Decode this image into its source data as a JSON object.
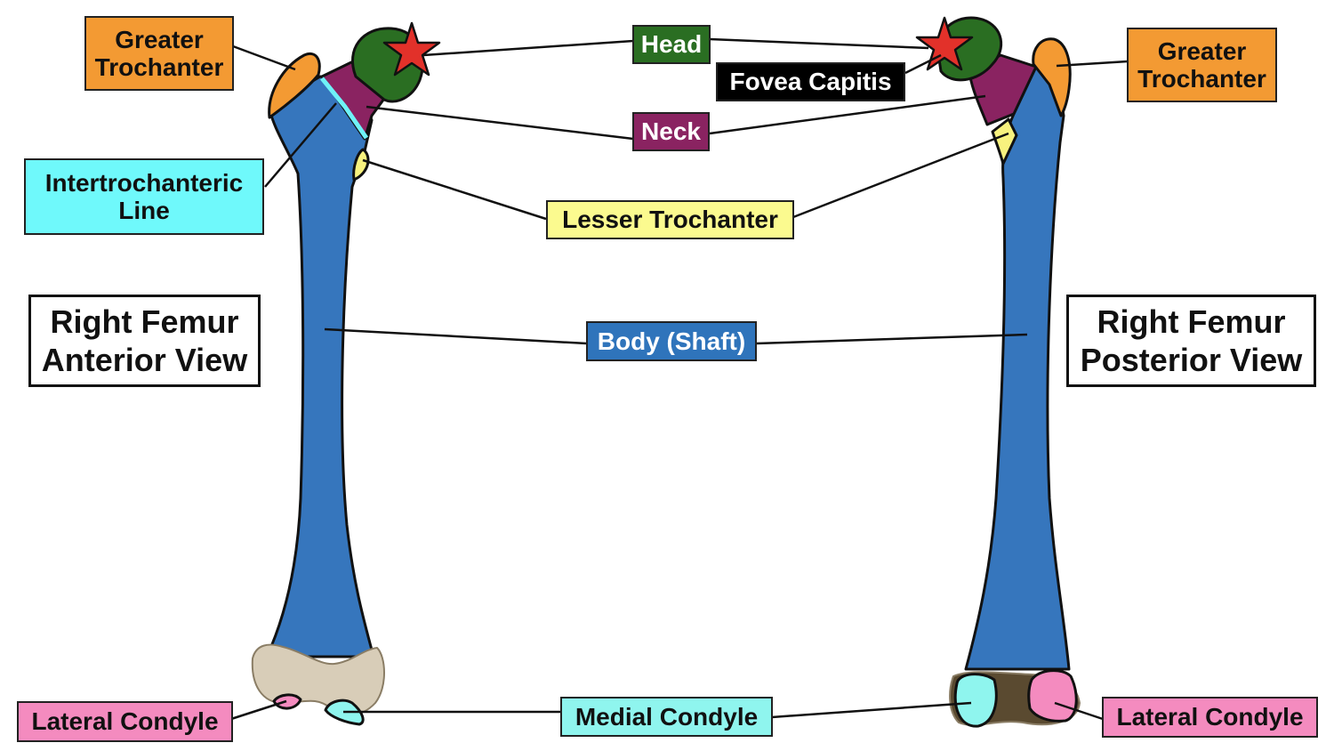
{
  "colors": {
    "shaft": "#3676bd",
    "head": "#2a6e22",
    "neck": "#8a2361",
    "greater_trochanter": "#f39a33",
    "lesser_trochanter": "#f8f27e",
    "intertrochanteric_line": "#6ff2f7",
    "medial_condyle": "#8ff5ee",
    "lateral_condyle": "#f48bbf",
    "fovea_star": "#e2312a",
    "bone_distal": "#d8cdb8",
    "label_greater_trochanter": "#f39a33",
    "label_head": "#2a6e22",
    "label_fovea": "#000000",
    "label_neck": "#8a2361",
    "label_lesser_trochanter": "#fbfa8f",
    "label_intertrochanteric": "#6ff9fb",
    "label_body": "#2f74bb",
    "label_medial_condyle": "#8ff5ee",
    "label_lateral_condyle": "#f48bbf"
  },
  "titles": {
    "anterior": {
      "line1": "Right Femur",
      "line2": "Anterior View"
    },
    "posterior": {
      "line1": "Right Femur",
      "line2": "Posterior View"
    }
  },
  "labels": {
    "greater_trochanter_left": {
      "line1": "Greater",
      "line2": "Trochanter"
    },
    "greater_trochanter_right": {
      "line1": "Greater",
      "line2": "Trochanter"
    },
    "head": "Head",
    "fovea_capitis": "Fovea Capitis",
    "neck": "Neck",
    "intertrochanteric_line": {
      "line1": "Intertrochanteric",
      "line2": "Line"
    },
    "lesser_trochanter": "Lesser Trochanter",
    "body_shaft": "Body (Shaft)",
    "lateral_condyle_left": "Lateral Condyle",
    "medial_condyle": "Medial Condyle",
    "lateral_condyle_right": "Lateral Condyle"
  }
}
